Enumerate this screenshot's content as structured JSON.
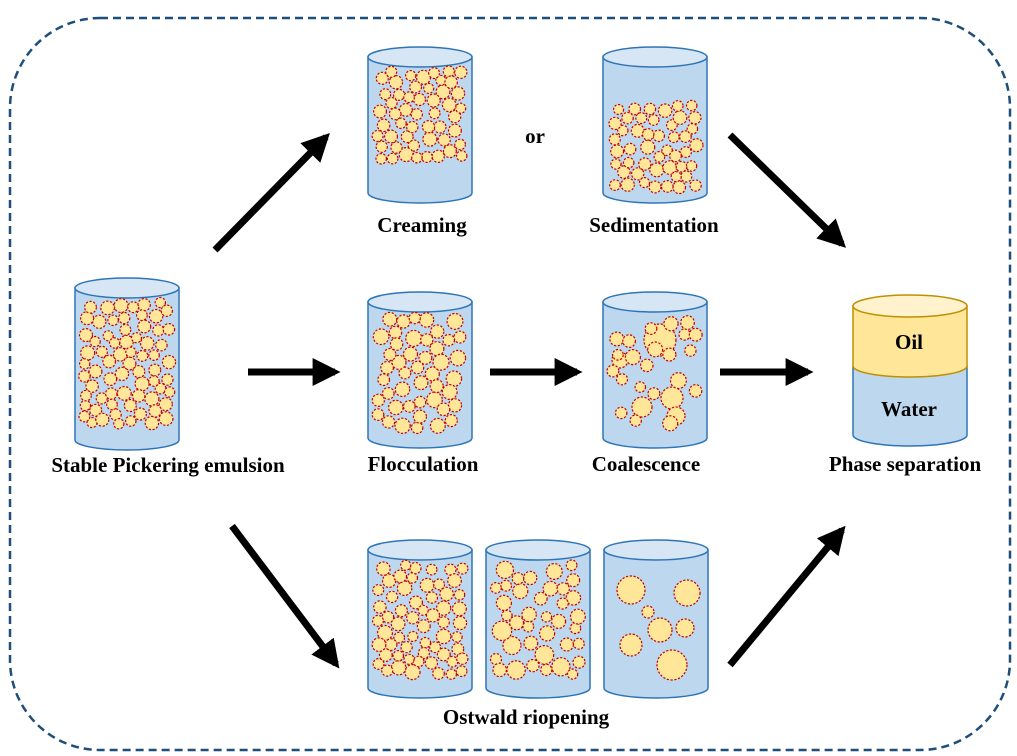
{
  "labels": {
    "stable": "Stable Pickering emulsion",
    "creaming": "Creaming",
    "or": "or",
    "sedimentation": "Sedimentation",
    "flocculation": "Flocculation",
    "coalescence": "Coalescence",
    "phase_separation": "Phase separation",
    "ostwald": "Ostwald riopening",
    "oil": "Oil",
    "water": "Water"
  },
  "colors": {
    "frame_border": "#1f4e79",
    "cylinder_fill": "#bdd7ee",
    "cylinder_top": "#d6e6f5",
    "cylinder_stroke": "#2e75b6",
    "droplet_fill": "#ffe699",
    "droplet_stroke": "#c00000",
    "oil_fill": "#ffe699",
    "oil_top": "#fff2cc",
    "oil_stroke": "#bf9000",
    "arrow": "#000000"
  }
}
